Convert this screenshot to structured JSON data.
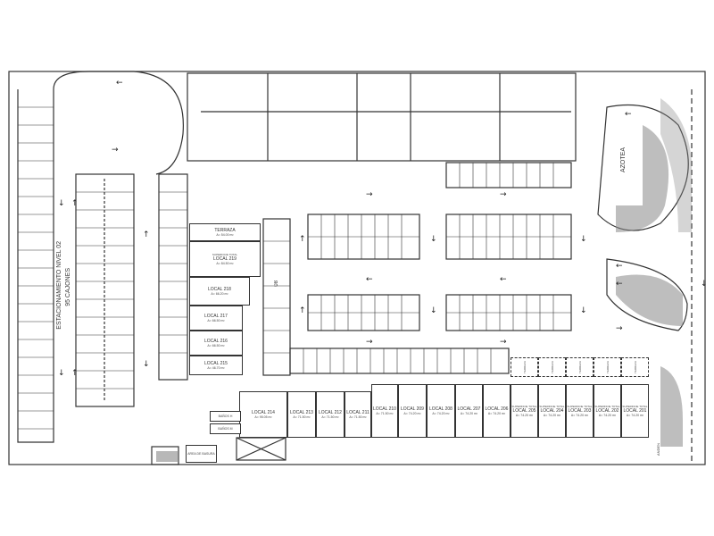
{
  "parking": {
    "title": "ESTACIONAMIENTO NIVEL 02",
    "spaces": "95 CAJONES"
  },
  "azotea": "AZOTEA",
  "terraza": {
    "label": "TERRAZA",
    "area": "A= 54.00 m²"
  },
  "level_mark": "08",
  "superficie_label": "SUPERFICIE TOTAL",
  "locales_left": [
    {
      "label": "LOCAL 219",
      "area": "A= 84.50 m²",
      "sup": "SUPERFICIE TOTAL"
    },
    {
      "label": "LOCAL 218",
      "area": "A= 66.20 m²"
    },
    {
      "label": "LOCAL 217",
      "area": "A= 66.50 m²"
    },
    {
      "label": "LOCAL 216",
      "area": "A= 66.50 m²"
    },
    {
      "label": "LOCAL 215",
      "area": "A= 46.70 m²"
    }
  ],
  "locales_bottom": [
    {
      "label": "LOCAL 214",
      "area": "A= 95.05 m²"
    },
    {
      "label": "LOCAL 213",
      "area": "A= 71.50 m²"
    },
    {
      "label": "LOCAL 212",
      "area": "A= 71.50 m²"
    },
    {
      "label": "LOCAL 211",
      "area": "A= 71.50 m²"
    },
    {
      "label": "LOCAL 210",
      "area": "A= 71.50 m²"
    },
    {
      "label": "LOCAL 209",
      "area": "A= 74.20 m²"
    },
    {
      "label": "LOCAL 208",
      "area": "A= 74.20 m²"
    },
    {
      "label": "LOCAL 207",
      "area": "A= 74.20 m²"
    },
    {
      "label": "LOCAL 206",
      "area": "A= 74.20 m²"
    },
    {
      "label": "LOCAL 205",
      "area": "A= 74.20 m²",
      "sup": "SUPERFICIE TOTAL"
    },
    {
      "label": "LOCAL 204",
      "area": "A= 74.20 m²",
      "sup": "SUPERFICIE TOTAL"
    },
    {
      "label": "LOCAL 203",
      "area": "A= 74.20 m²",
      "sup": "SUPERFICIE TOTAL"
    },
    {
      "label": "LOCAL 202",
      "area": "A= 74.20 m²",
      "sup": "SUPERFICIE TOTAL"
    },
    {
      "label": "LOCAL 201",
      "area": "A= 74.20 m²",
      "sup": "SUPERFICIE TOTAL"
    }
  ],
  "terrazas_bottom": [
    "TERRAZA",
    "TERRAZA",
    "TERRAZA",
    "TERRAZA",
    "TERRAZA"
  ],
  "banos_h": "BAÑOS H",
  "banos_m": "BAÑOS M",
  "basura": "AREA DE BASURA",
  "anden": "ANDEN"
}
